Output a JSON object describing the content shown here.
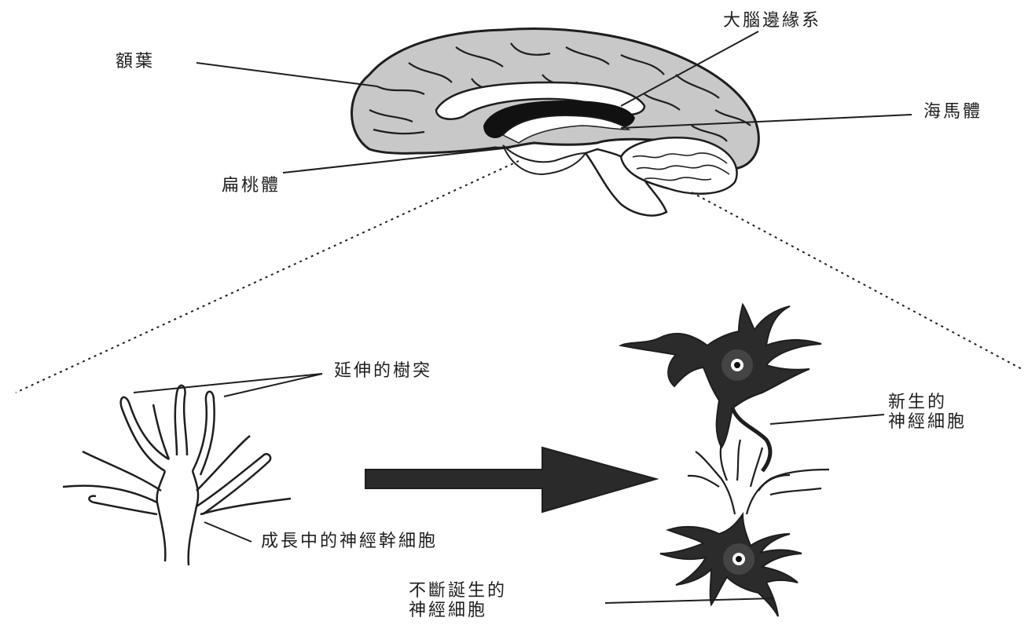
{
  "labels": {
    "frontal_lobe": "額葉",
    "limbic_system": "大腦邊緣系",
    "hippocampus": "海馬體",
    "amygdala": "扁桃體",
    "extending_dendrites": "延伸的樹突",
    "growing_stem_cell": "成長中的神經幹細胞",
    "new_neuron": [
      "新生的",
      "神經細胞"
    ],
    "continuously_born_neuron": [
      "不斷誕生的",
      "神經細胞"
    ]
  },
  "colors": {
    "ink": "#1e1e1e",
    "cortex_fill": "#c8c8c8",
    "arrow_fill": "#2a2a2a",
    "neuron_fill": "#2b2b2b"
  }
}
